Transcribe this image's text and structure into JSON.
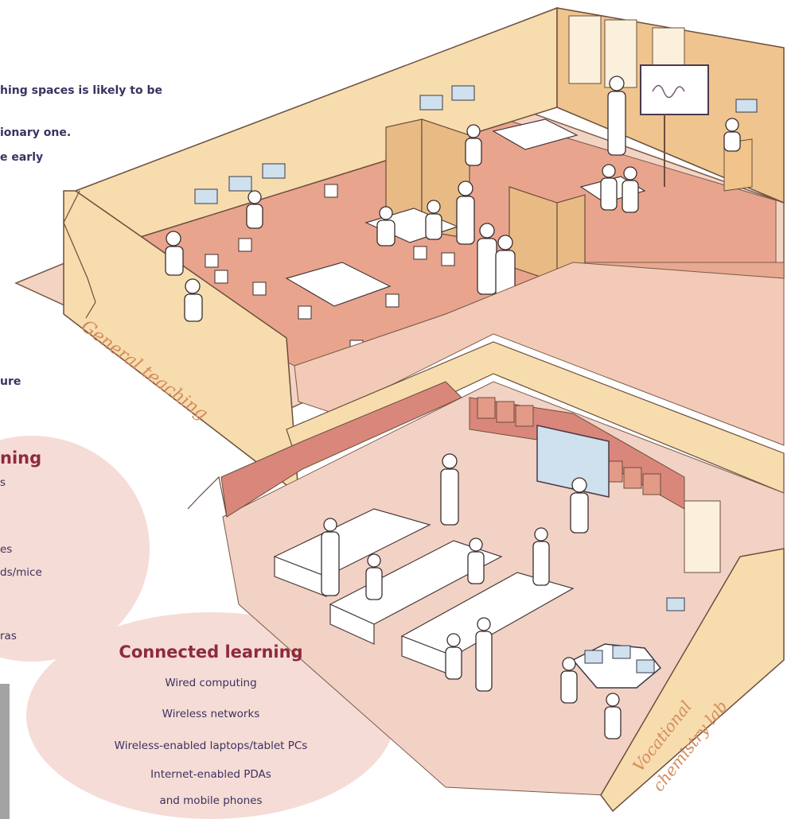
{
  "intro": {
    "lines": [
      "hing spaces is likely to be",
      "ionary one.",
      "e early",
      "ure"
    ]
  },
  "left_bubble": {
    "title": "ning",
    "items": [
      "s",
      "es",
      "ds/mice",
      "ras"
    ]
  },
  "connected_learning": {
    "title": "Connected learning",
    "items": [
      "Wired computing",
      "Wireless networks",
      "Wireless-enabled laptops/tablet PCs",
      "Internet-enabled PDAs",
      "and mobile phones"
    ]
  },
  "room_labels": {
    "general": "General teaching",
    "lab_line1": "Vocational",
    "lab_line2": "chemistry lab"
  },
  "screen_caption": "",
  "colors": {
    "floor": "#e9a48d",
    "wall_light": "#f7dcae",
    "wall_dark": "#efc48e",
    "bubble": "#f6dcd6",
    "title": "#8e2a3c",
    "body_text": "#3a3260",
    "room_label": "#d58b5c"
  }
}
